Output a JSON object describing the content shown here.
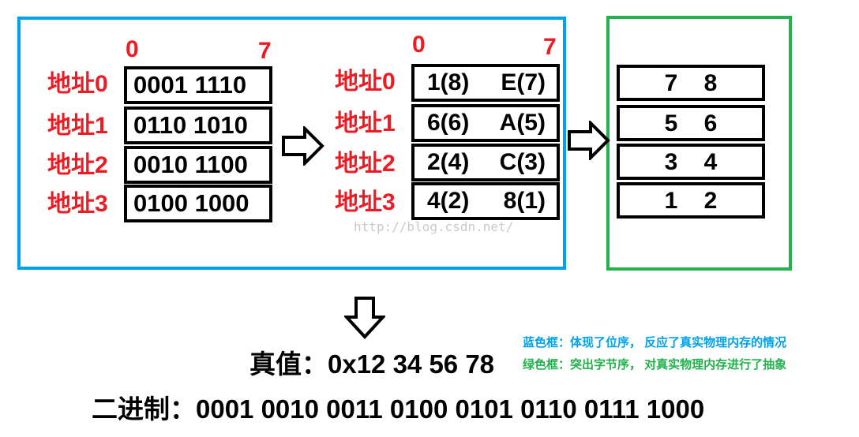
{
  "bit_labels": {
    "start": "0",
    "end": "7"
  },
  "address_labels": [
    "地址0",
    "地址1",
    "地址2",
    "地址3"
  ],
  "binary_memory": [
    "0001 1110",
    "0110 1010",
    "0010 1100",
    "0100 1000"
  ],
  "nibble_memory": [
    {
      "low": "1(8)",
      "high": "E(7)"
    },
    {
      "low": "6(6)",
      "high": "A(5)"
    },
    {
      "low": "2(4)",
      "high": "C(3)"
    },
    {
      "low": "4(2)",
      "high": "8(1)"
    }
  ],
  "byte_order": [
    {
      "a": "7",
      "b": "8"
    },
    {
      "a": "5",
      "b": "6"
    },
    {
      "a": "3",
      "b": "4"
    },
    {
      "a": "1",
      "b": "2"
    }
  ],
  "watermark": "http://blog.csdn.net/",
  "legend": {
    "blue": "蓝色框：体现了位序， 反应了真实物理内存的情况",
    "green": "绿色框：突出字节序， 对真实物理内存进行了抽象"
  },
  "truth_value": "真值：0x12 34 56 78",
  "binary_value": "二进制：0001 0010 0011 0100 0101 0110 0111 1000",
  "colors": {
    "blue_frame": "#00a2e8",
    "green_frame": "#22b14c",
    "label_red": "#ed1c24"
  }
}
